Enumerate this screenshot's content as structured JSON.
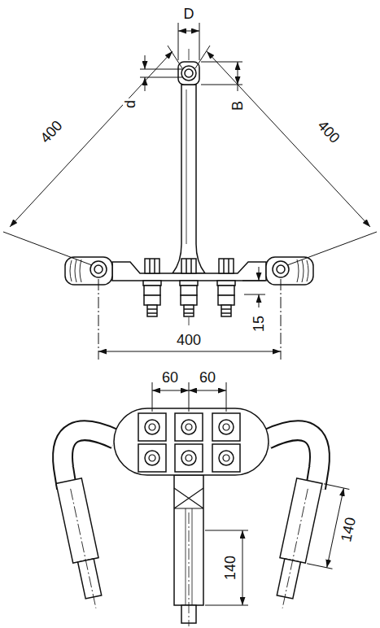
{
  "diagram": {
    "labels": [
      "D",
      "d",
      "B",
      "400",
      "400",
      "400",
      "15",
      "60",
      "60",
      "140",
      "140"
    ]
  }
}
